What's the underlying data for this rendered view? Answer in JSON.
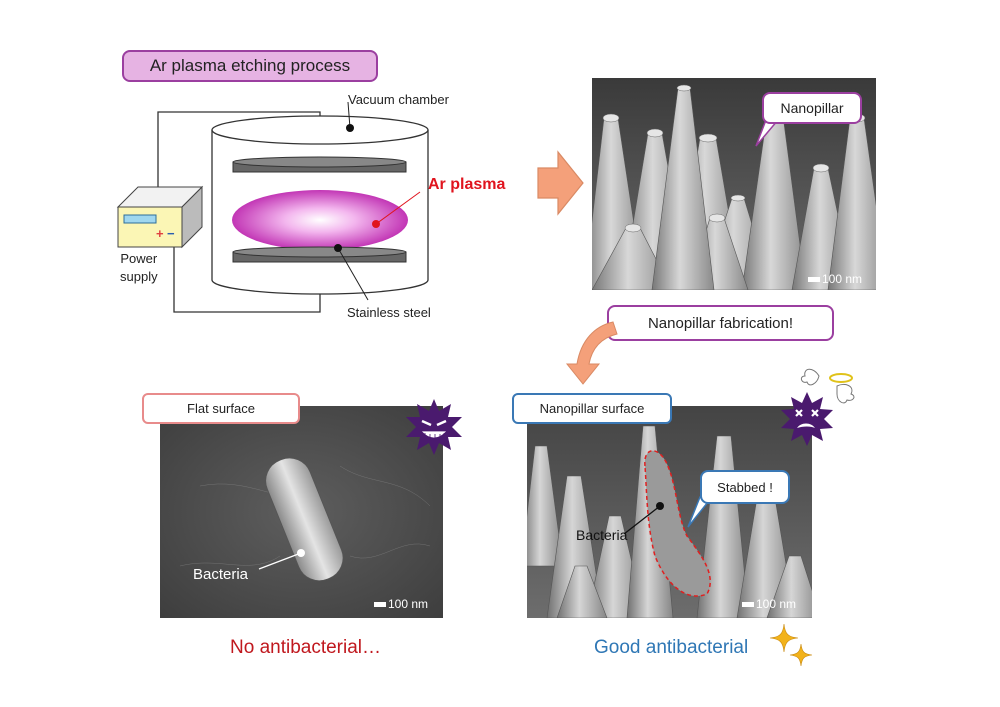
{
  "title": "Ar plasma etching process",
  "apparatus": {
    "vacuum_chamber": "Vacuum chamber",
    "ar_plasma": "Ar plasma",
    "stainless_steel": "Stainless steel",
    "power_supply_line1": "Power",
    "power_supply_line2": "supply",
    "plus": "+",
    "minus": "−"
  },
  "sem_top": {
    "callout": "Nanopillar",
    "scale": "100 nm"
  },
  "fabrication_callout": "Nanopillar fabrication!",
  "flat": {
    "label": "Flat surface",
    "bacteria": "Bacteria",
    "scale": "100 nm",
    "result": "No antibacterial…"
  },
  "nano": {
    "label": "Nanopillar surface",
    "bacteria": "Bacteria",
    "stabbed": "Stabbed !",
    "scale": "100 nm",
    "result": "Good antibacterial"
  },
  "colors": {
    "plasma_label": "#e0141e",
    "title_fill": "#e6b3e3",
    "title_border": "#9b3fa0",
    "flat_border": "#e88b8b",
    "nano_border": "#3a78b5",
    "no_antibacterial": "#c0181e",
    "good_antibacterial": "#2f77b5",
    "arrow_fill": "#f4a07a",
    "virus": "#4a1a6e"
  }
}
